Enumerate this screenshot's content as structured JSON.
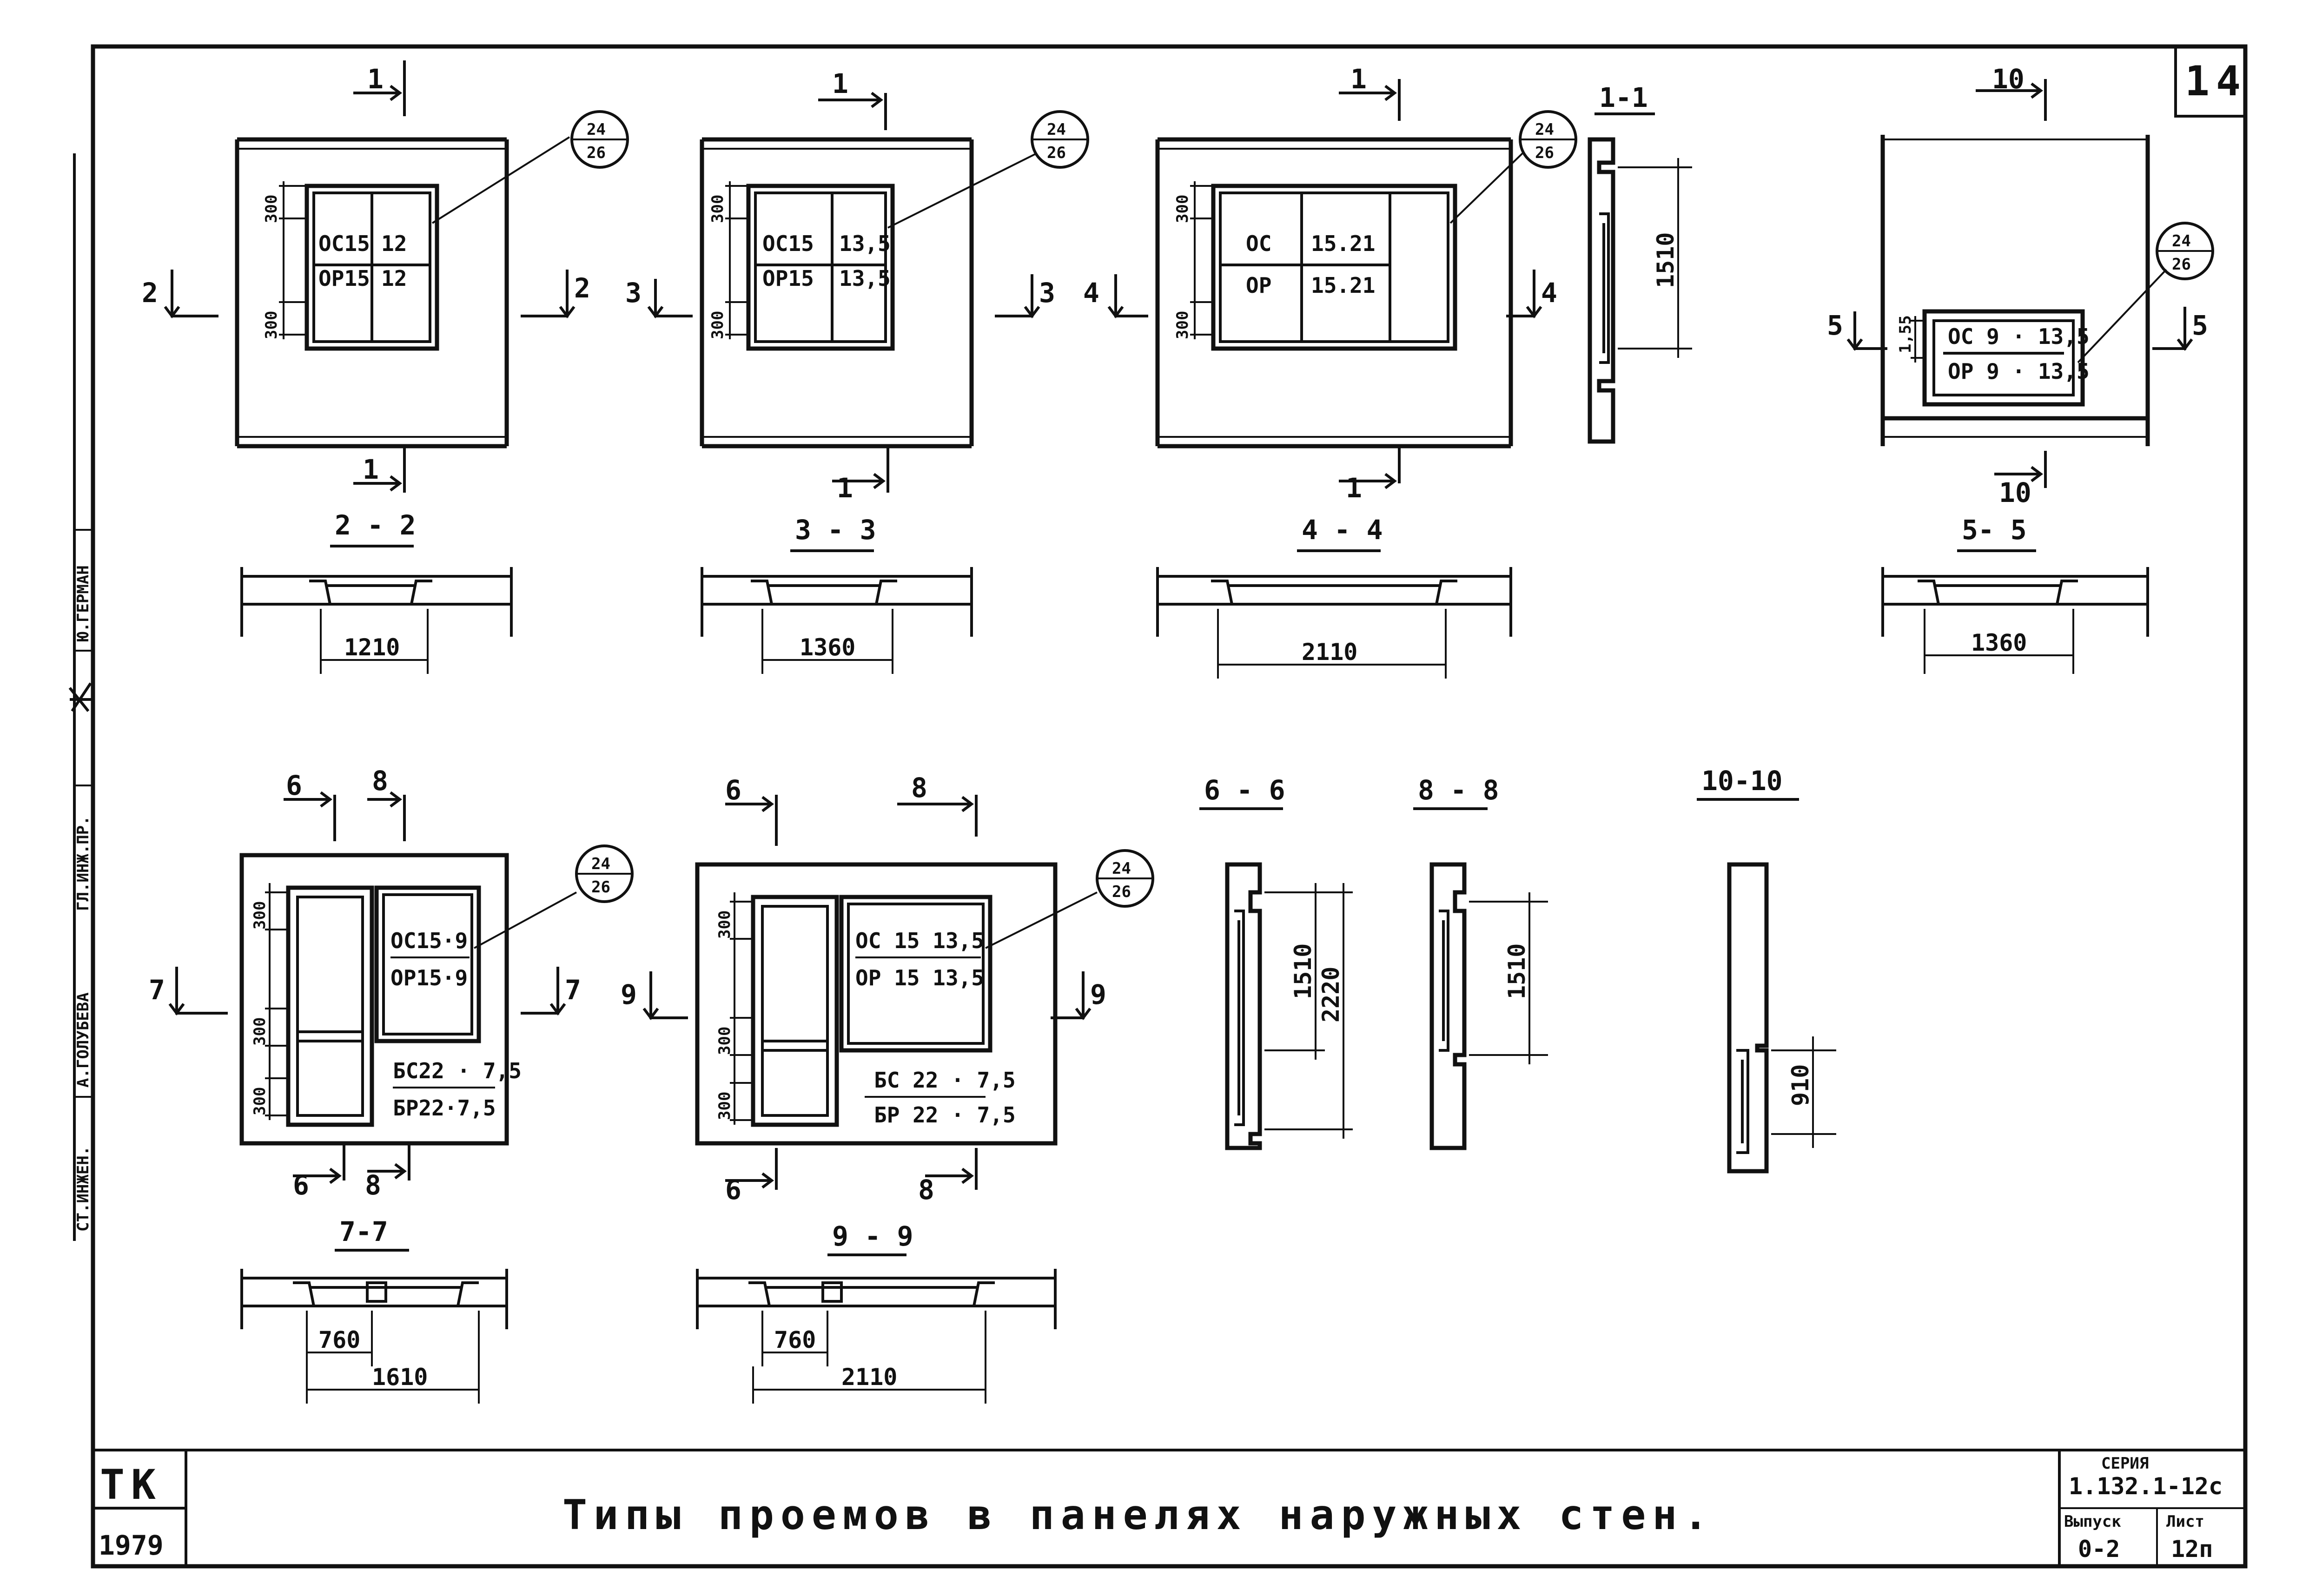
{
  "sheet": {
    "number_top": "14",
    "stamp": "ТК",
    "year": "1979",
    "title": "Типы проемов в панелях наружных стен.",
    "series_label": "СЕРИЯ",
    "series_value": "1.132.1-12с",
    "issue_label": "Выпуск",
    "issue_value": "0-2",
    "sheet_label": "Лист",
    "sheet_value": "12п"
  },
  "side_stamp": {
    "row1": "Ю.ГЕРМАН",
    "row2": "ГЛ.ИНЖ.ПР.",
    "row3": "А.ГОЛУБЕВА",
    "row4": "СТ.ИНЖЕН."
  },
  "callout": {
    "top": "24",
    "bottom": "26"
  },
  "panel_1": {
    "section_top": "1",
    "section_bottom": "1",
    "cut_left": "2",
    "cut_right": "2",
    "mark_top": "ОС15",
    "mark_top_b": "12",
    "mark_bottom": "ОР15",
    "mark_bottom_b": "12",
    "dim_a": "300",
    "dim_b": "300",
    "plan_label": "2 - 2",
    "plan_width": "1210"
  },
  "panel_2": {
    "section_top": "1",
    "section_bottom": "1",
    "cut_left": "3",
    "cut_right": "3",
    "mark_top": "ОС15",
    "mark_top_b": "13,5",
    "mark_bottom": "ОР15",
    "mark_bottom_b": "13,5",
    "dim_a": "300",
    "dim_b": "300",
    "plan_label": "3 - 3",
    "plan_width": "1360"
  },
  "panel_3": {
    "section_top": "1",
    "section_bottom": "1",
    "cut_left": "4",
    "cut_right": "4",
    "mark_top": "ОС",
    "mark_top_b": "15.21",
    "mark_bottom": "ОР",
    "mark_bottom_b": "15.21",
    "dim_a": "300",
    "dim_b": "300",
    "plan_label": "4 - 4",
    "plan_width": "2110"
  },
  "section_1_1": {
    "label": "1-1",
    "height": "1510"
  },
  "panel_4": {
    "section_top": "10",
    "section_bottom": "10",
    "cut_left": "5",
    "cut_right": "5",
    "mark_top": "ОС 9 · 13,5",
    "mark_bottom": "ОР 9 · 13,5",
    "dim_a": "1,55",
    "plan_label": "5- 5",
    "plan_width": "1360"
  },
  "panel_5": {
    "section_a": "6",
    "section_b": "8",
    "cut_left": "7",
    "cut_right": "7",
    "window_top": "ОС15·9",
    "window_bottom": "ОР15·9",
    "door_top": "БС22 · 7,5",
    "door_bottom": "БР22·7,5",
    "dim_a": "300",
    "dim_b": "300",
    "dim_c": "300",
    "plan_label": "7-7",
    "plan_door": "760",
    "plan_width": "1610"
  },
  "panel_6": {
    "section_a": "6",
    "section_b": "8",
    "cut_left": "9",
    "cut_right": "9",
    "window_top": "ОС 15 13,5",
    "window_bottom": "ОР 15 13,5",
    "door_top": "БС 22 · 7,5",
    "door_bottom": "БР 22 · 7,5",
    "dim_a": "300",
    "dim_b": "300",
    "dim_c": "300",
    "plan_label": "9 - 9",
    "plan_door": "760",
    "plan_width": "2110"
  },
  "section_6_6": {
    "label": "6 - 6",
    "inner": "1510",
    "outer": "2220"
  },
  "section_8_8": {
    "label": "8 - 8",
    "height": "1510"
  },
  "section_10_10": {
    "label": "10-10",
    "height": "910"
  }
}
